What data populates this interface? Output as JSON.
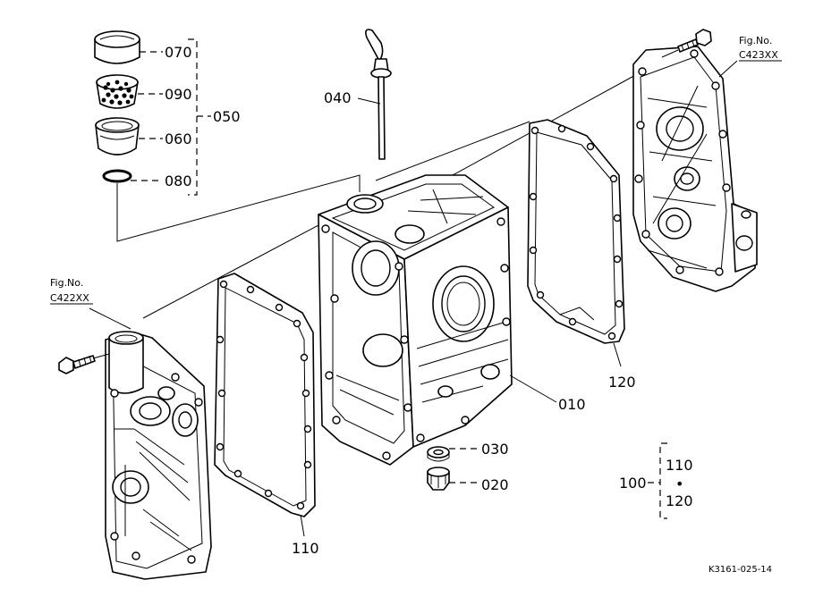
{
  "callouts": {
    "p070": "070",
    "p090": "090",
    "p060": "060",
    "p080": "080",
    "p050": "050",
    "p040": "040",
    "p010": "010",
    "p030": "030",
    "p020": "020",
    "p110": "110",
    "p120": "120"
  },
  "set_group": {
    "label": "100",
    "items": [
      "110",
      "120"
    ],
    "separator": "•"
  },
  "figure_refs": {
    "left": {
      "title": "Fig.No.",
      "code": "C422XX"
    },
    "right": {
      "title": "Fig.No.",
      "code": "C423XX"
    }
  },
  "drawing_code": "K3161-025-14"
}
